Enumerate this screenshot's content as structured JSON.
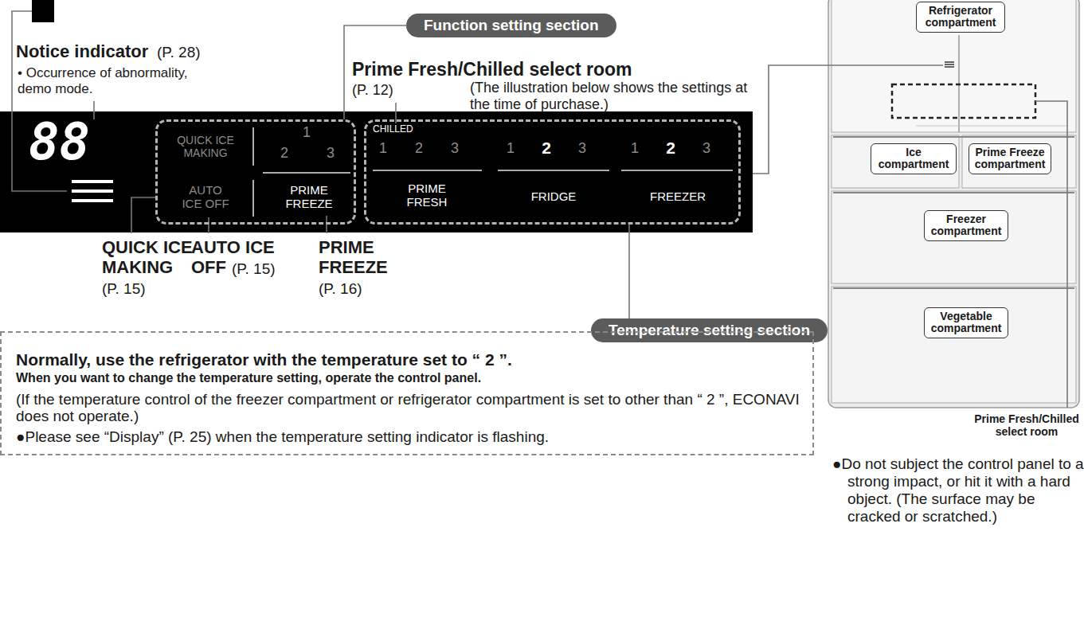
{
  "diagram": {
    "nodes": [
      {
        "text": [
          "Function setting section"
        ]
      },
      {
        "text": [
          "88"
        ]
      },
      {
        "text": [
          "QUICK ICE MAKING",
          "1",
          "2",
          "3",
          "AUTO ICE OFF",
          "PRIME FREEZE"
        ],
        "in": 1
      },
      {
        "text": [
          "CHILLED",
          "1",
          "2",
          "3",
          "PRIME FRESH",
          "1",
          "2",
          "3",
          "FRIDGE",
          "1",
          "2",
          "3",
          "FREEZER"
        ],
        "in": 1
      },
      {
        "text": [
          "Temperature setting section"
        ]
      },
      {
        "text": [
          "Normally, use the refrigerator with the temperature set to “ 2 ”.",
          "When you want to change the temperature setting, operate the control panel.",
          "(If the temperature control of the freezer compartment or refrigerator compartment is set to other than “ 2 ”, ECONAVI does not operate.)",
          "●Please see “Display” (P. 25) when the temperature setting indicator is flashing."
        ]
      },
      {
        "text": [
          "Refrigerator compartment"
        ]
      },
      {
        "text": [
          "Ice compartment"
        ]
      },
      {
        "text": [
          "Prime Freeze compartment"
        ]
      },
      {
        "text": [
          "Freezer compartment"
        ]
      },
      {
        "text": [
          "Vegetable compartment"
        ]
      }
    ],
    "labels": [
      "Notice indicator",
      "(P. 28)",
      "• Occurrence of abnormality, demo mode.",
      "Prime Fresh/Chilled select room",
      "(P. 12)",
      "(The illustration below shows the settings at the time of purchase.)",
      "QUICK ICE MAKING",
      "(P. 15)",
      "AUTO ICE OFF",
      "(P. 15)",
      "PRIME FREEZE",
      "(P. 16)",
      "Prime Fresh/Chilled select room",
      "●Do not subject the control panel to a strong impact, or hit it with a hard object. (The surface may be cracked or scratched.)"
    ]
  }
}
